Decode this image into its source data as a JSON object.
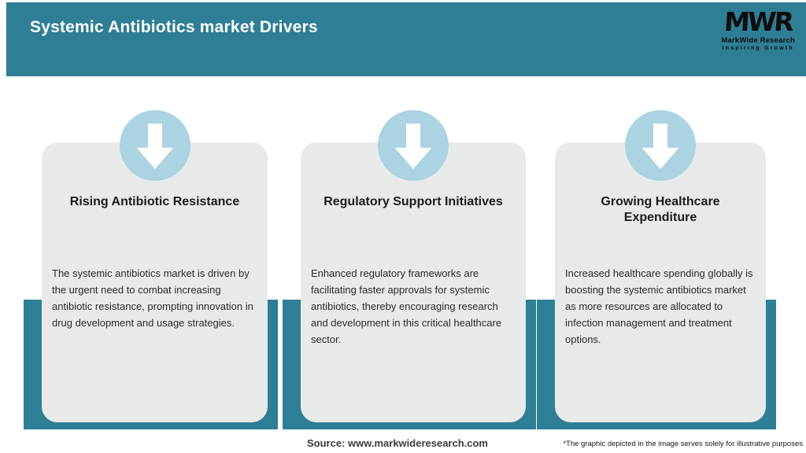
{
  "header": {
    "title": "Systemic Antibiotics market Drivers",
    "logo": {
      "monogram": "MWR",
      "name": "MarkWide Research",
      "tagline": "Inspiring Growth"
    }
  },
  "cards": [
    {
      "icon": "down-arrow-icon",
      "title": "Rising Antibiotic Resistance",
      "description": "The systemic antibiotics market is driven by the urgent need to combat increasing antibiotic resistance, prompting innovation in drug development and usage strategies."
    },
    {
      "icon": "down-arrow-icon",
      "title": "Regulatory Support Initiatives",
      "description": "Enhanced regulatory frameworks are facilitating faster approvals for systemic antibiotics, thereby encouraging research and development in this critical healthcare sector."
    },
    {
      "icon": "down-arrow-icon",
      "title": "Growing Healthcare Expenditure",
      "description": "Increased healthcare spending globally is boosting the systemic antibiotics market as more resources are allocated to infection management and treatment options."
    }
  ],
  "footer": {
    "source": "Source: www.markwideresearch.com",
    "disclaimer": "*The graphic depicted in the image serves solely for illustrative purposes"
  },
  "colors": {
    "header_teal": "#2E7E96",
    "card_background": "#E8EAEA",
    "circle_blue": "#ABD3E2",
    "title_white": "#FFFFFF",
    "logo_black": "#0D0D0D"
  }
}
